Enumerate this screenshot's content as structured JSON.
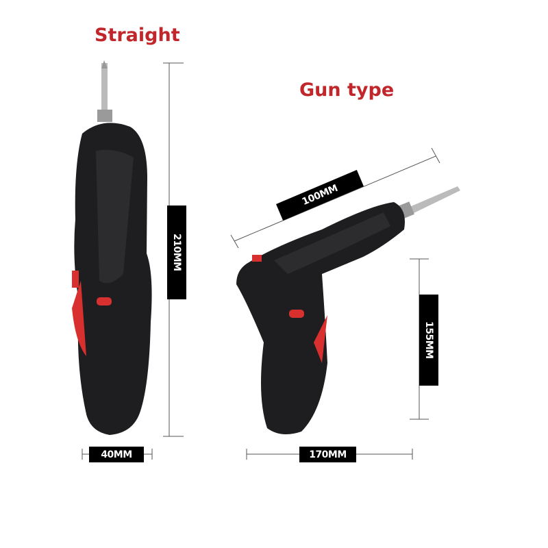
{
  "titles": {
    "straight": "Straight",
    "gun": "Gun type"
  },
  "dimensions": {
    "straight_height": "210MM",
    "straight_width": "40MM",
    "gun_length": "100MM",
    "gun_height": "155MM",
    "gun_width": "170MM"
  },
  "colors": {
    "accent": "#c0262a",
    "body": "#1e1e20",
    "trigger": "#d8302e"
  }
}
